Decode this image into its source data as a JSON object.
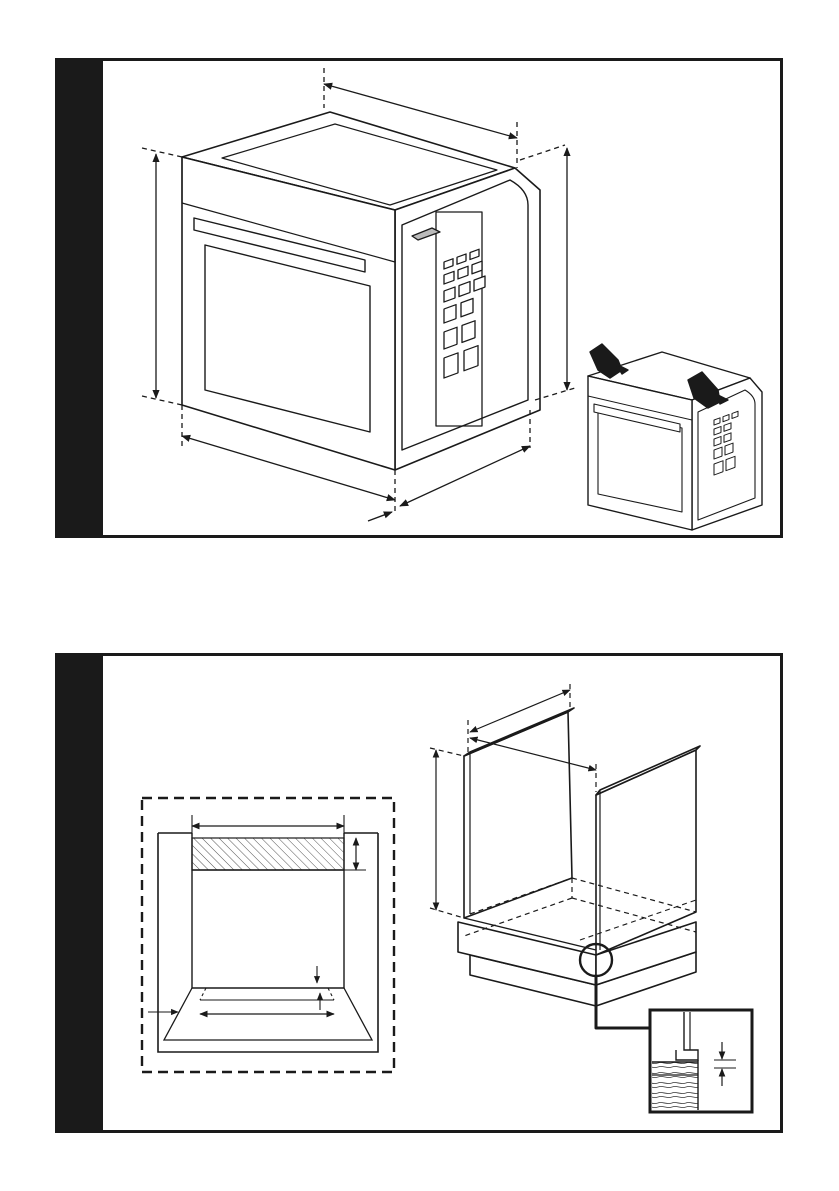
{
  "figures": [
    {
      "id": "oven-dimensions",
      "kind": "diagram"
    },
    {
      "id": "cabinet-installation",
      "kind": "diagram"
    }
  ],
  "colors": {
    "ink": "#1a1a1a",
    "paper": "#ffffff",
    "hatch": "#555555"
  },
  "icons": [
    "hand-icon",
    "hand-icon",
    "detail-magnifier-icon"
  ]
}
